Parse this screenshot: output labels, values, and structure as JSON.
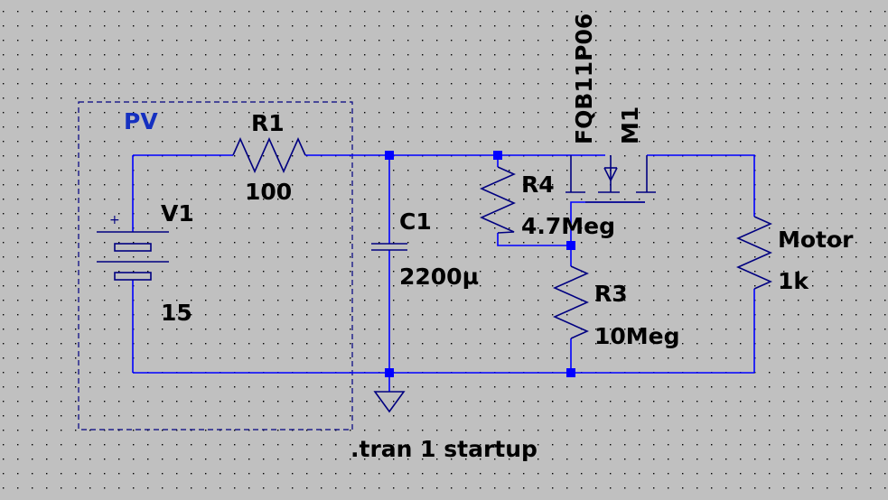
{
  "colors": {
    "background": "#c0c0c0",
    "grid_dot": "#000000",
    "wire": "#0000ff",
    "component": "#000080",
    "label": "#000000",
    "block_label": "#1530c0"
  },
  "block": {
    "name": "PV"
  },
  "components": {
    "v1": {
      "ref": "V1",
      "value": "15"
    },
    "r1": {
      "ref": "R1",
      "value": "100"
    },
    "c1": {
      "ref": "C1",
      "value": "2200µ"
    },
    "r4": {
      "ref": "R4",
      "value": "4.7Meg"
    },
    "r3": {
      "ref": "R3",
      "value": "10Meg"
    },
    "m1": {
      "ref": "M1",
      "value": "FQB11P06"
    },
    "motor": {
      "ref": "Motor",
      "value": "1k"
    }
  },
  "directive": ".tran 1 startup"
}
